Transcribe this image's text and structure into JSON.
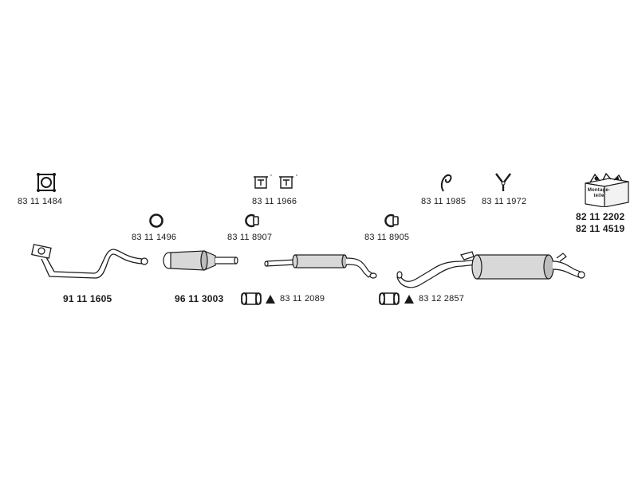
{
  "colors": {
    "ink": "#1a1a1a",
    "fill": "#d8d8d8",
    "bg": "#ffffff"
  },
  "top_row": {
    "gasket_square": "83 11 1484",
    "clamp_pair": "83 11 1966",
    "hanger_clip": "83 11 1985",
    "y_bracket": "83 11 1972"
  },
  "mid_row": {
    "ring_gasket": "83 11 1496",
    "clamp_a": "83 11 8907",
    "clamp_b": "83 11 8905"
  },
  "mount_kit": {
    "box_text": "Montage- teile",
    "code_1": "82 11 2202",
    "code_2": "82 11 4519"
  },
  "parts": {
    "front_pipe": "91 11 1605",
    "catalyst": "96 11 3003",
    "sleeve_a": "83 11 2089",
    "sleeve_b": "83 12 2857"
  }
}
